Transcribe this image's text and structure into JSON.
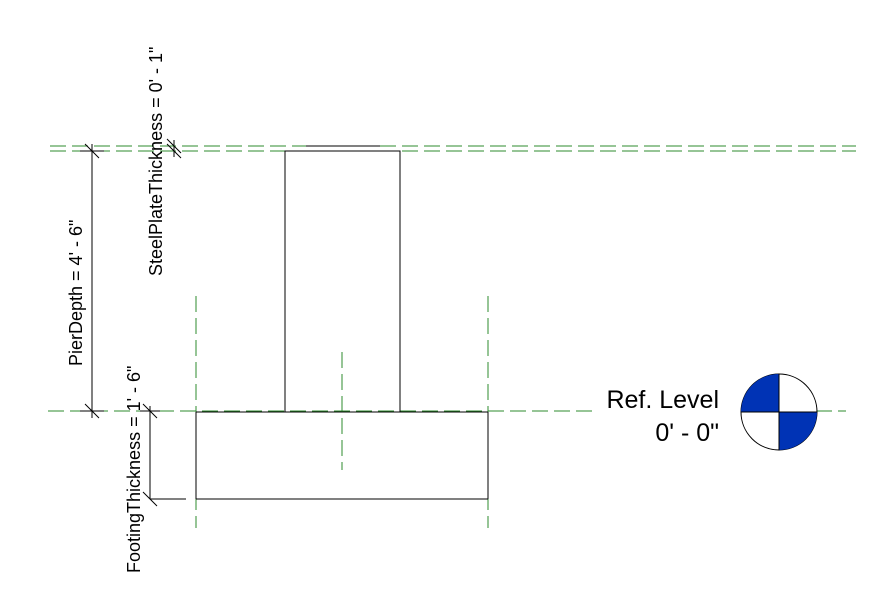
{
  "dimensions": {
    "steel_plate_thickness": "SteelPlateThickness = 0' - 1\"",
    "pier_depth": "PierDepth = 4' - 6\"",
    "footing_thickness": "FootingThickness = 1' - 6\""
  },
  "level": {
    "name": "Ref. Level",
    "elevation": "0' - 0\""
  },
  "colors": {
    "reference_line": "#2e8b2e",
    "geometry_line": "#000000",
    "level_head_fill": "#0033b5"
  },
  "icons": {
    "level_head": "level-head-icon"
  }
}
